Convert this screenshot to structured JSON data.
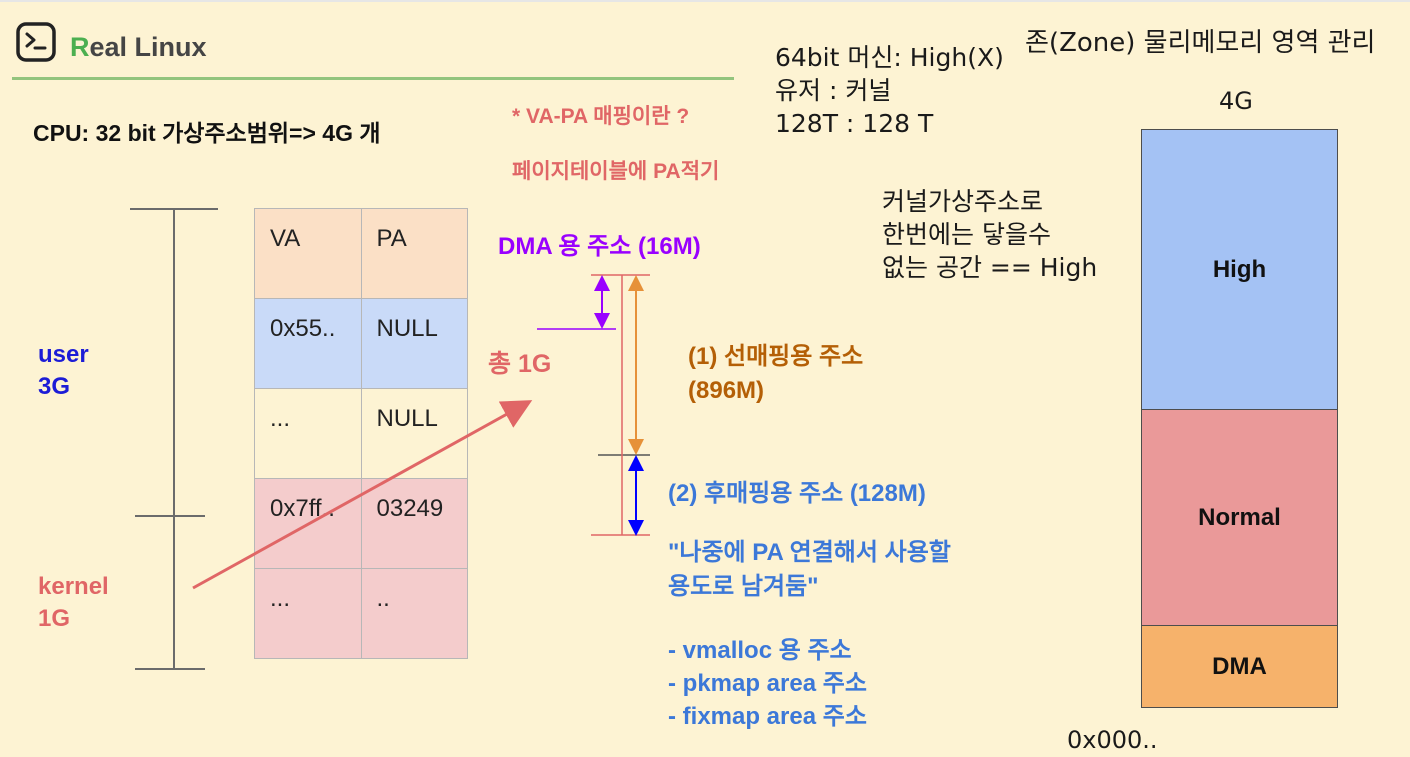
{
  "header": {
    "brand_first": "R",
    "brand_rest": "eal Linux",
    "logo_icon": "terminal-prompt-icon"
  },
  "cpu_title": "CPU: 32 bit 가상주소범위=> 4G 개",
  "notes": {
    "va_pa_question": "* VA-PA 매핑이란 ?",
    "va_pa_answer": "페이지테이블에 PA적기"
  },
  "spec": {
    "line1": "64bit 머신: High(X)",
    "line2": "유저 : 커널",
    "line3": "128T : 128 T"
  },
  "zone_title": "존(Zone) 물리메모리 영역 관리",
  "high_note": {
    "line1": "커널가상주소로",
    "line2": "한번에는 닿을수",
    "line3": "없는 공간 == High"
  },
  "address_split": {
    "user": "user\n3G",
    "kernel": "kernel\n1G"
  },
  "page_table": {
    "header": {
      "va": "VA",
      "pa": "PA"
    },
    "rows": [
      {
        "va": "0x55..",
        "pa": "NULL"
      },
      {
        "va": "...",
        "pa": "NULL"
      },
      {
        "va": "0x7ff..",
        "pa": "03249"
      },
      {
        "va": "...",
        "pa": ".."
      }
    ]
  },
  "kernel_map": {
    "dma_title": "DMA 용 주소 (16M)",
    "total": "총 1G",
    "direct_line1": "(1) 선매핑용 주소",
    "direct_line2": "(896M)",
    "indirect_title": "(2) 후매핑용 주소 (128M)",
    "indirect_quote_line1": "\"나중에 PA 연결해서 사용할",
    "indirect_quote_line2": "용도로 남겨둠\"",
    "uses": [
      "- vmalloc 용 주소",
      "- pkmap area 주소",
      "- fixmap area 주소"
    ]
  },
  "zones": {
    "top_label": "4G",
    "high": "High",
    "normal": "Normal",
    "dma": "DMA",
    "bottom_label": "0x000.."
  },
  "colors": {
    "background": "#fdf3d3",
    "user": "#1c1cd6",
    "kernel": "#e06666",
    "dma_purple": "#9900ff",
    "direct_orange": "#b45f06",
    "indirect_blue": "#3c78d8",
    "zone_high": "#a4c2f4",
    "zone_normal": "#ea9999",
    "zone_dma": "#f6b26b"
  }
}
